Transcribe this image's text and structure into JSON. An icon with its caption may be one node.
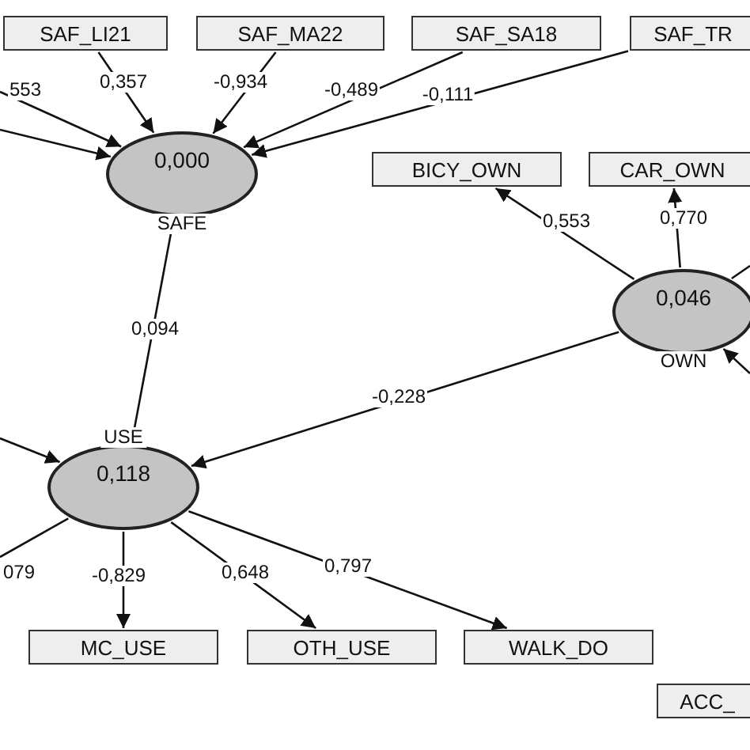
{
  "diagram": {
    "nodes": [
      {
        "text": [
          "SAF_LI21"
        ]
      },
      {
        "text": [
          "SAF_MA22"
        ]
      },
      {
        "text": [
          "SAF_SA18"
        ]
      },
      {
        "text": [
          "SAF_TR"
        ]
      },
      {
        "text": [
          "0,000"
        ],
        "beside": [
          "SAFE"
        ]
      },
      {
        "text": [
          "BICY_OWN"
        ]
      },
      {
        "text": [
          "CAR_OWN"
        ]
      },
      {
        "text": [
          "0,046"
        ],
        "beside": [
          "OWN"
        ]
      },
      {
        "text": [
          "0,118"
        ],
        "beside": [
          "USE"
        ]
      },
      {
        "text": [
          "MC_USE"
        ]
      },
      {
        "text": [
          "OTH_USE"
        ]
      },
      {
        "text": [
          "WALK_DO"
        ]
      },
      {
        "text": [
          "ACC_"
        ]
      }
    ],
    "edges": [
      {
        "from": null,
        "to": 4,
        "arrow": "to",
        "label": "553"
      },
      {
        "from": null,
        "to": 4,
        "arrow": "to"
      },
      {
        "from": 0,
        "to": 4,
        "arrow": "to",
        "label": "0,357"
      },
      {
        "from": 1,
        "to": 4,
        "arrow": "to",
        "label": "-0,934"
      },
      {
        "from": 2,
        "to": 4,
        "arrow": "to",
        "label": "-0,489"
      },
      {
        "from": 3,
        "to": 4,
        "arrow": "to",
        "label": "-0,111"
      },
      {
        "from": 4,
        "to": 8,
        "arrow": "to",
        "label": "0,094"
      },
      {
        "from": 7,
        "to": 5,
        "arrow": "to",
        "label": "0,553"
      },
      {
        "from": 7,
        "to": 6,
        "arrow": "to",
        "label": "0,770"
      },
      {
        "from": 7,
        "to": 8,
        "arrow": "to",
        "label": "-0,228"
      },
      {
        "from": null,
        "to": 7,
        "arrow": "to"
      },
      {
        "from": 7,
        "to": null,
        "arrow": "none"
      },
      {
        "from": null,
        "to": 8,
        "arrow": "to"
      },
      {
        "from": 8,
        "to": null,
        "arrow": "none",
        "label": "079"
      },
      {
        "from": 8,
        "to": 9,
        "arrow": "to",
        "label": "-0,829"
      },
      {
        "from": 8,
        "to": 10,
        "arrow": "to",
        "label": "0,648"
      },
      {
        "from": 8,
        "to": 11,
        "arrow": "to",
        "label": "0,797"
      }
    ]
  }
}
